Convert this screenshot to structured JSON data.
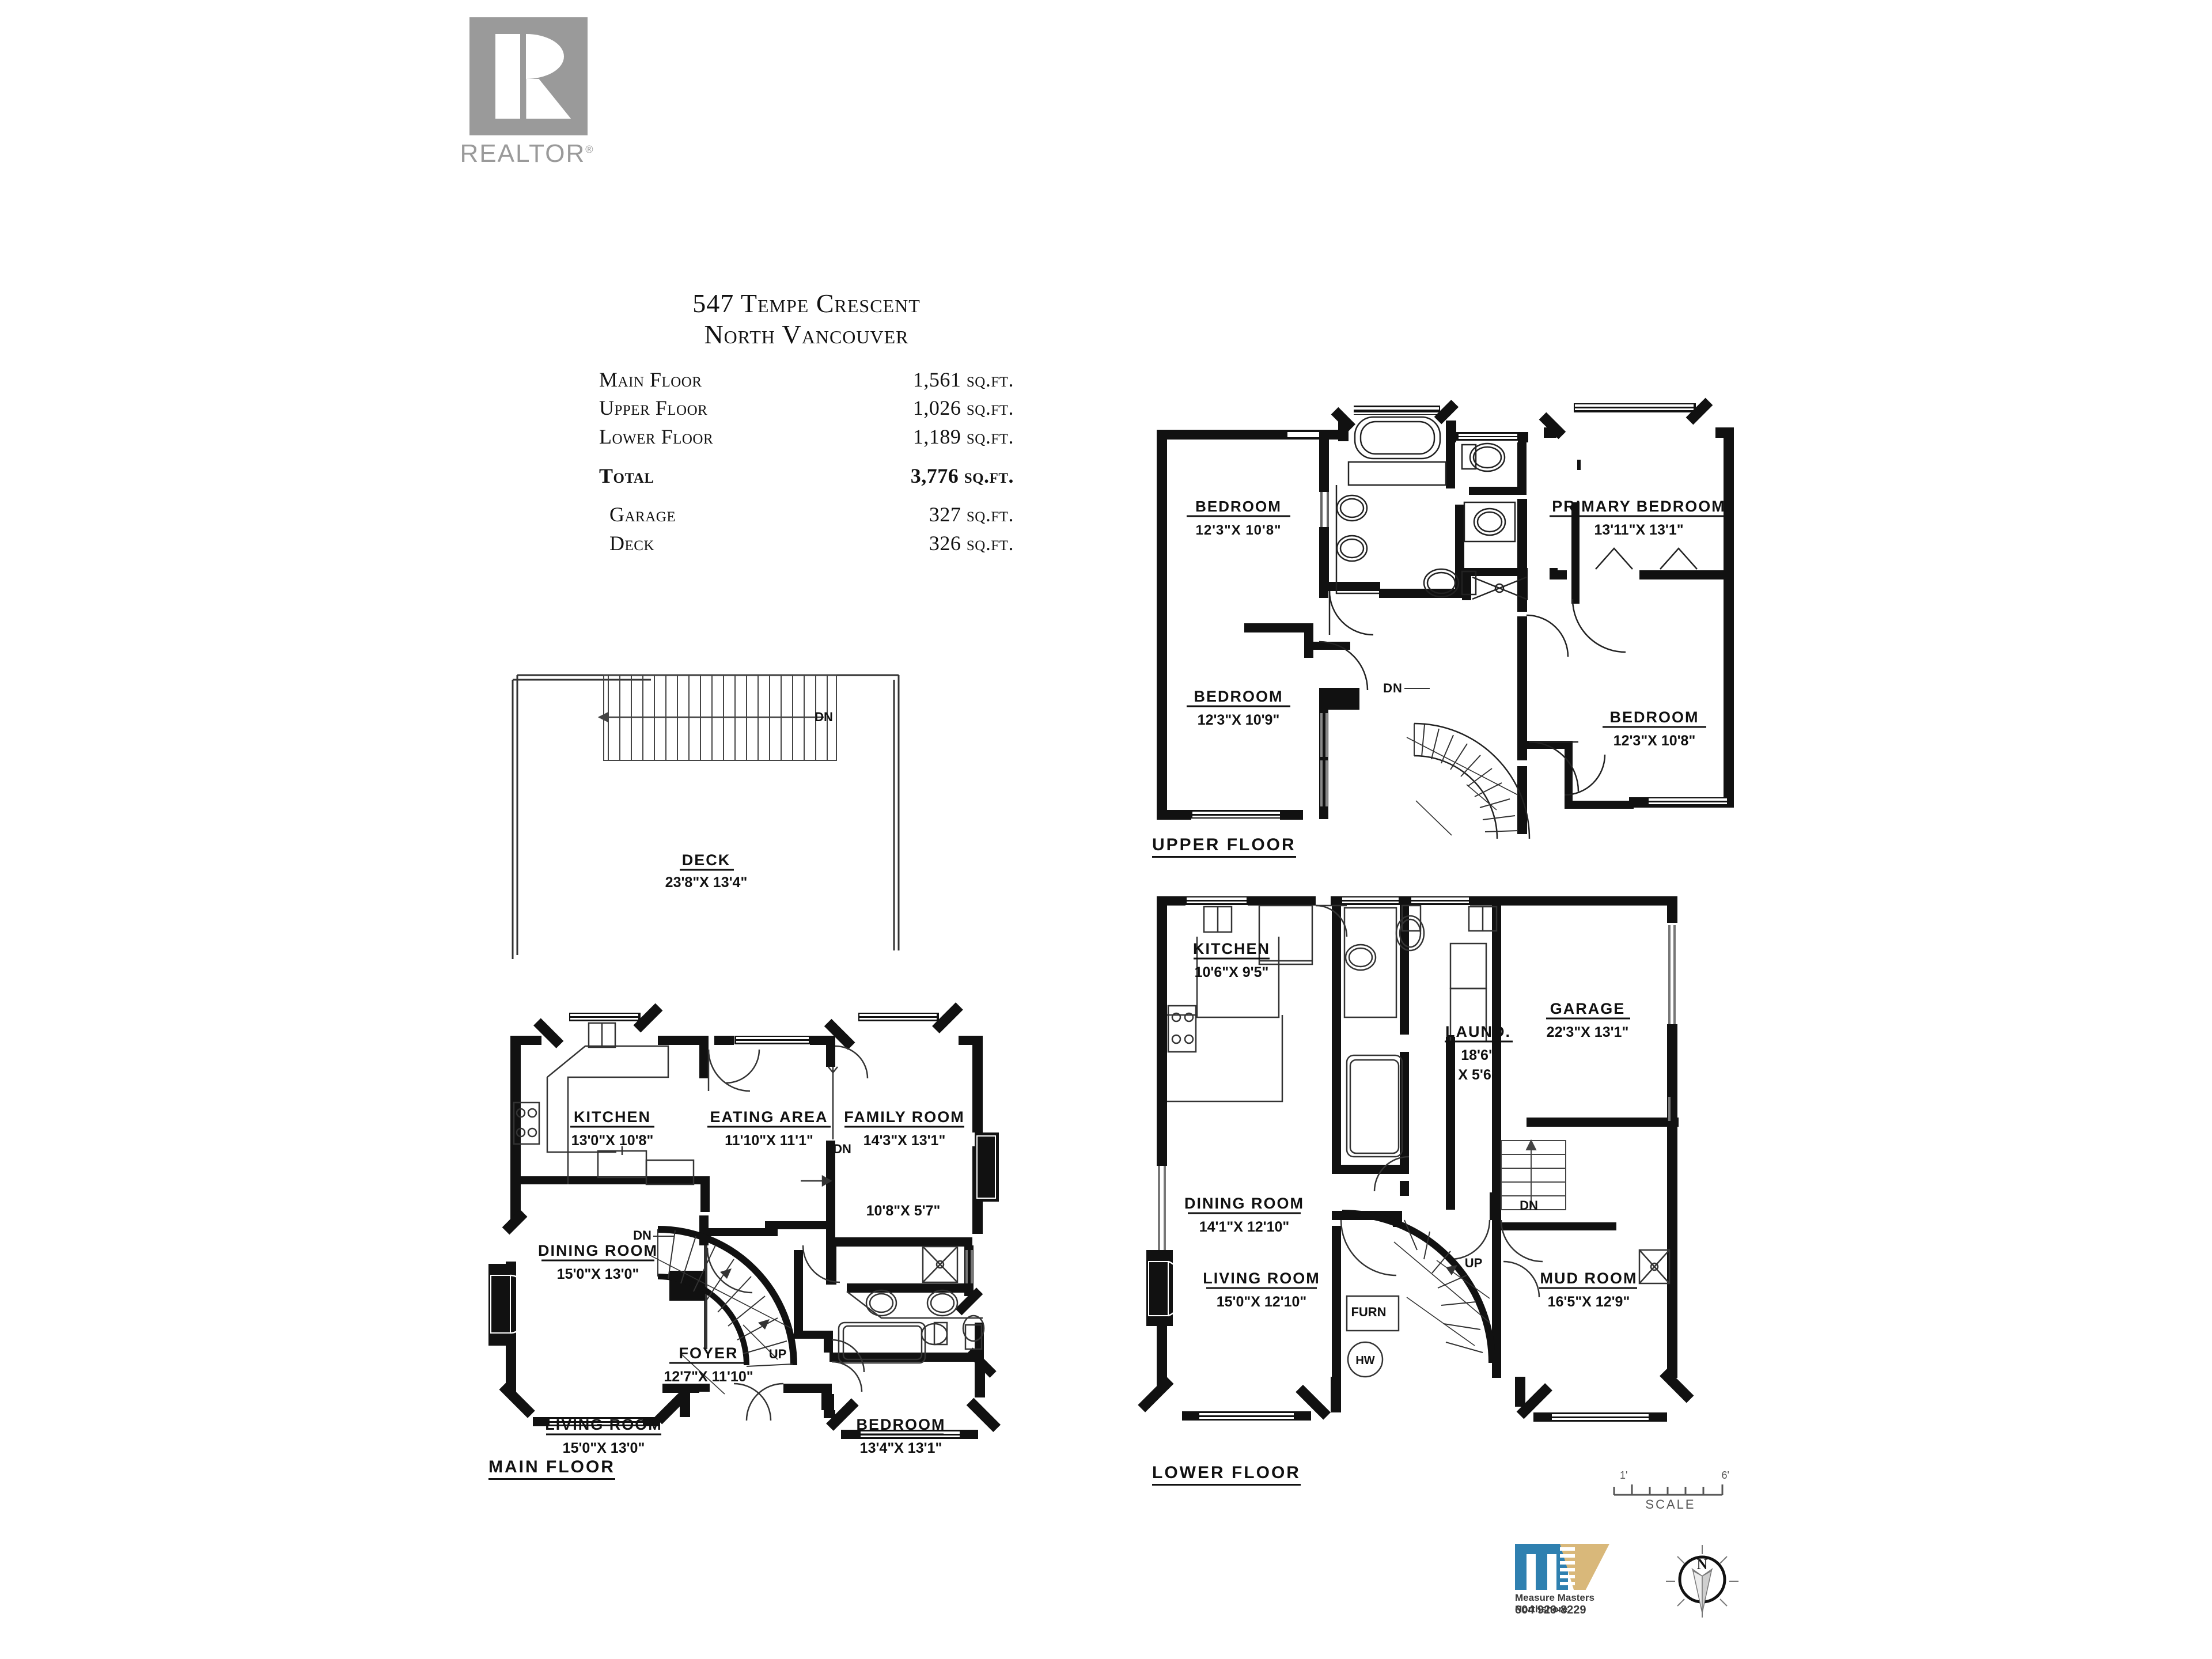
{
  "branding": {
    "realtor_wordmark": "REALTOR",
    "realtor_reg": "®",
    "measure_company": "Measure Masters Northshore",
    "measure_phone": "604 929-8229"
  },
  "title": {
    "address_line1": "547 Tempe Crescent",
    "address_line2": "North Vancouver"
  },
  "areas": [
    {
      "label": "Main Floor",
      "value": "1,561 sq.ft."
    },
    {
      "label": "Upper Floor",
      "value": "1,026 sq.ft."
    },
    {
      "label": "Lower Floor",
      "value": "1,189 sq.ft."
    },
    {
      "label": "Total",
      "value": "3,776 sq.ft."
    },
    {
      "label": "Garage",
      "value": "327 sq.ft."
    },
    {
      "label": "Deck",
      "value": "326 sq.ft."
    }
  ],
  "floors": {
    "main": {
      "label": "MAIN FLOOR"
    },
    "upper": {
      "label": "UPPER FLOOR"
    },
    "lower": {
      "label": "LOWER FLOOR"
    }
  },
  "rooms": {
    "upper": [
      {
        "name": "BEDROOM",
        "dim": "12'3\"X  10'8\""
      },
      {
        "name": "PRIMARY BEDROOM",
        "dim": "13'11\"X  13'1\""
      },
      {
        "name": "BEDROOM",
        "dim": "12'3\"X  10'9\""
      },
      {
        "name": "BEDROOM",
        "dim": "12'3\"X  10'8\""
      }
    ],
    "main": [
      {
        "name": "DECK",
        "dim": "23'8\"X  13'4\""
      },
      {
        "name": "KITCHEN",
        "dim": "13'0\"X  10'8\""
      },
      {
        "name": "EATING AREA",
        "dim": "11'10\"X  11'1\""
      },
      {
        "name": "FAMILY ROOM",
        "dim": "14'3\"X  13'1\""
      },
      {
        "name": "",
        "dim": "10'8\"X  5'7\""
      },
      {
        "name": "DINING ROOM",
        "dim": "15'0\"X  13'0\""
      },
      {
        "name": "FOYER",
        "dim": "12'7\"X  11'10\""
      },
      {
        "name": "LIVING ROOM",
        "dim": "15'0\"X  13'0\""
      },
      {
        "name": "BEDROOM",
        "dim": "13'4\"X  13'1\""
      }
    ],
    "lower": [
      {
        "name": "KITCHEN",
        "dim": "10'6\"X  9'5\""
      },
      {
        "name": "LAUND.",
        "dim": "18'6\"\nX  5'6\""
      },
      {
        "name": "GARAGE",
        "dim": "22'3\"X  13'1\""
      },
      {
        "name": "DINING ROOM",
        "dim": "14'1\"X  12'10\""
      },
      {
        "name": "LIVING ROOM",
        "dim": "15'0\"X  12'10\""
      },
      {
        "name": "MUD ROOM",
        "dim": "16'5\"X  12'9\""
      }
    ]
  },
  "annotations": {
    "dn": "DN",
    "up": "UP",
    "furnace": "FURN",
    "hot_water": "HW",
    "laund_name": "LAUND.",
    "laund_dim_1": "18'6\"",
    "laund_dim_2": "X  5'6\""
  },
  "scale": {
    "word": "SCALE",
    "start": "1'",
    "end": "6'"
  },
  "compass": {
    "north_letter": "N"
  },
  "colors": {
    "wall": "#111111",
    "thin_line": "#333333",
    "logo_gray": "#9a9a9a",
    "mm_blue": "#2f80b0",
    "mm_tan": "#d9b87a"
  }
}
